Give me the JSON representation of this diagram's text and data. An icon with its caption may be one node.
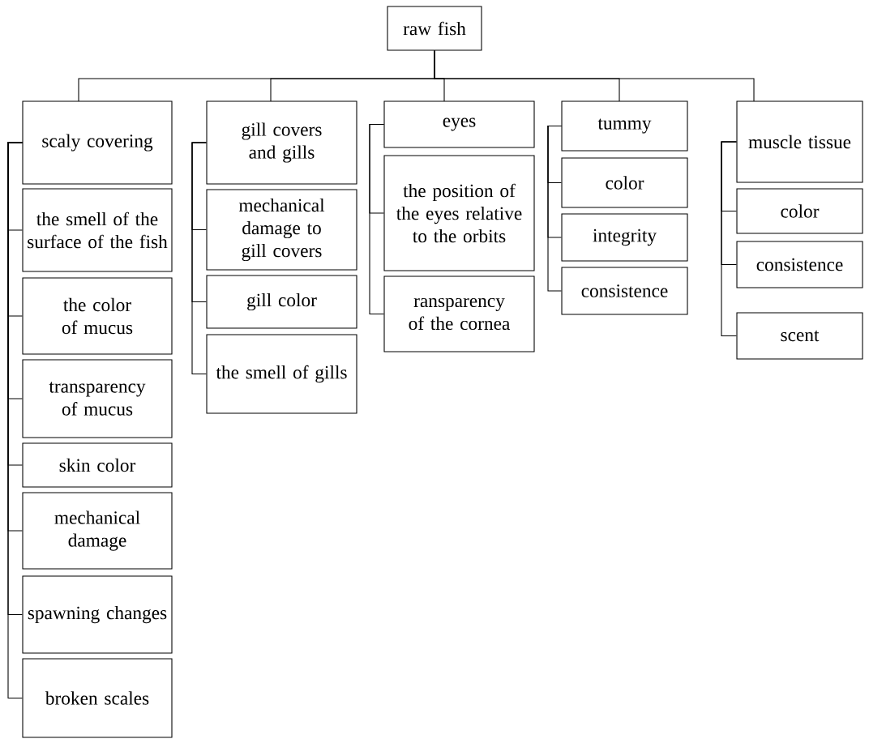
{
  "diagram": {
    "nodes": [
      {
        "text": [
          "raw fish"
        ]
      },
      {
        "text": [
          "scaly covering"
        ]
      },
      {
        "text": [
          "the smell of the surface of the fish"
        ]
      },
      {
        "text": [
          "the color of mucus"
        ]
      },
      {
        "text": [
          "transparency of mucus"
        ]
      },
      {
        "text": [
          "skin color"
        ]
      },
      {
        "text": [
          "mechanical damage"
        ]
      },
      {
        "text": [
          "spawning changes"
        ]
      },
      {
        "text": [
          "broken scales"
        ]
      },
      {
        "text": [
          "gill covers and gills"
        ]
      },
      {
        "text": [
          "mechanical damage to gill covers"
        ]
      },
      {
        "text": [
          "gill color"
        ]
      },
      {
        "text": [
          "the smell of gills"
        ]
      },
      {
        "text": [
          "eyes"
        ]
      },
      {
        "text": [
          "the position of the eyes relative to the orbits"
        ]
      },
      {
        "text": [
          "ransparency of the cornea"
        ]
      },
      {
        "text": [
          "tummy"
        ]
      },
      {
        "text": [
          "color"
        ]
      },
      {
        "text": [
          "integrity"
        ]
      },
      {
        "text": [
          "consistence"
        ]
      },
      {
        "text": [
          "muscle tissue"
        ]
      },
      {
        "text": [
          "color"
        ]
      },
      {
        "text": [
          "consistence"
        ]
      },
      {
        "text": [
          "scent"
        ]
      }
    ],
    "edges": [
      {
        "from": 0,
        "to": 1,
        "arrow": "none"
      },
      {
        "from": 0,
        "to": 9,
        "arrow": "none"
      },
      {
        "from": 0,
        "to": 13,
        "arrow": "none"
      },
      {
        "from": 0,
        "to": 16,
        "arrow": "none"
      },
      {
        "from": 0,
        "to": 20,
        "arrow": "none"
      },
      {
        "from": 1,
        "to": 2,
        "arrow": "none"
      },
      {
        "from": 1,
        "to": 3,
        "arrow": "none"
      },
      {
        "from": 1,
        "to": 4,
        "arrow": "none"
      },
      {
        "from": 1,
        "to": 5,
        "arrow": "none"
      },
      {
        "from": 1,
        "to": 6,
        "arrow": "none"
      },
      {
        "from": 1,
        "to": 7,
        "arrow": "none"
      },
      {
        "from": 1,
        "to": 8,
        "arrow": "none"
      },
      {
        "from": 9,
        "to": 10,
        "arrow": "none"
      },
      {
        "from": 9,
        "to": 11,
        "arrow": "none"
      },
      {
        "from": 9,
        "to": 12,
        "arrow": "none"
      },
      {
        "from": 13,
        "to": 14,
        "arrow": "none"
      },
      {
        "from": 13,
        "to": 15,
        "arrow": "none"
      },
      {
        "from": 16,
        "to": 17,
        "arrow": "none"
      },
      {
        "from": 16,
        "to": 18,
        "arrow": "none"
      },
      {
        "from": 16,
        "to": 19,
        "arrow": "none"
      },
      {
        "from": 20,
        "to": 21,
        "arrow": "none"
      },
      {
        "from": 20,
        "to": 22,
        "arrow": "none"
      },
      {
        "from": 20,
        "to": 23,
        "arrow": "none"
      }
    ]
  }
}
